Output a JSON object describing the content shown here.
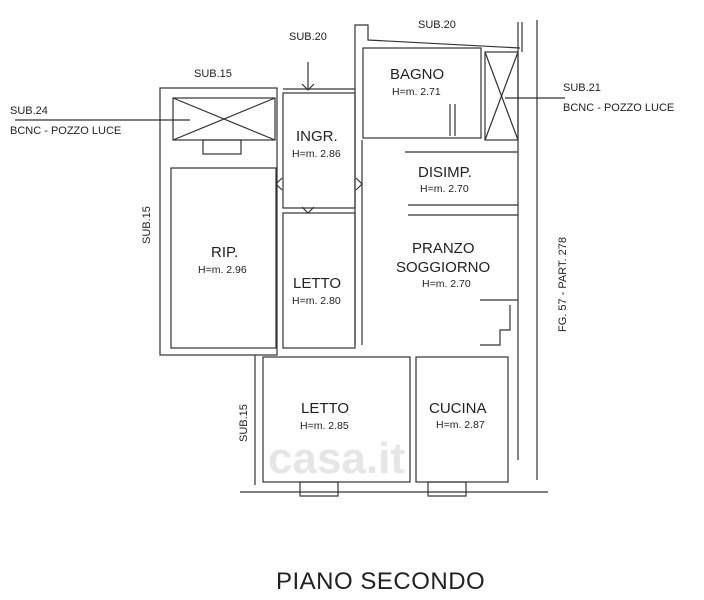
{
  "title": "PIANO SECONDO",
  "watermark": "casa.it",
  "rooms": {
    "bagno": {
      "name": "BAGNO",
      "height": "H=m. 2.71"
    },
    "ingr": {
      "name": "INGR.",
      "height": "H=m. 2.86"
    },
    "disimp": {
      "name": "DISIMP.",
      "height": "H=m. 2.70"
    },
    "rip": {
      "name": "RIP.",
      "height": "H=m. 2.96"
    },
    "letto1": {
      "name": "LETTO",
      "height": "H=m. 2.80"
    },
    "pranzo": {
      "name": "PRANZO",
      "name2": "SOGGIORNO",
      "height": "H=m. 2.70"
    },
    "letto2": {
      "name": "LETTO",
      "height": "H=m. 2.85"
    },
    "cucina": {
      "name": "CUCINA",
      "height": "H=m. 2.87"
    }
  },
  "labels": {
    "sub20_top": "SUB.20",
    "sub20_left": "SUB.20",
    "sub15_top": "SUB.15",
    "sub24": "SUB.24",
    "bcnc_left": "BCNC - POZZO LUCE",
    "sub21": "SUB.21",
    "bcnc_right": "BCNC - POZZO LUCE",
    "sub15_side": "SUB.15",
    "sub15_bottom": "SUB.15",
    "fg": "FG. 57 - PART. 278"
  },
  "colors": {
    "line": "#333333"
  }
}
